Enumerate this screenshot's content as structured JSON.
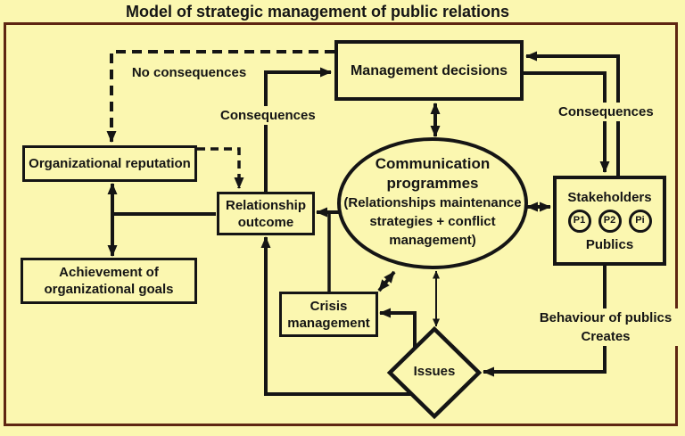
{
  "title": "Model of strategic management of public relations",
  "nodes": {
    "management_decisions": {
      "label": "Management decisions"
    },
    "organizational_reputation": {
      "label": "Organizational reputation"
    },
    "achievement_goals": {
      "label": "Achievement of organizational goals"
    },
    "relationship_outcome": {
      "label": "Relationship outcome"
    },
    "communication_programmes": {
      "heading": "Communication programmes",
      "subtext": "(Relationships maintenance strategies + conflict management)"
    },
    "crisis_management": {
      "label": "Crisis management"
    },
    "stakeholders": {
      "label": "Stakeholders",
      "sublabel": "Publics",
      "publics": [
        "P1",
        "P2",
        "Pi"
      ]
    },
    "issues": {
      "label": "Issues"
    }
  },
  "edge_labels": {
    "no_consequences": "No consequences",
    "consequences_left": "Consequences",
    "consequences_right": "Consequences",
    "behaviour_of_publics": "Behaviour of publics",
    "creates": "Creates"
  },
  "colors": {
    "background": "#fbf7b0",
    "frame_border": "#5e2612",
    "line": "#151515"
  }
}
